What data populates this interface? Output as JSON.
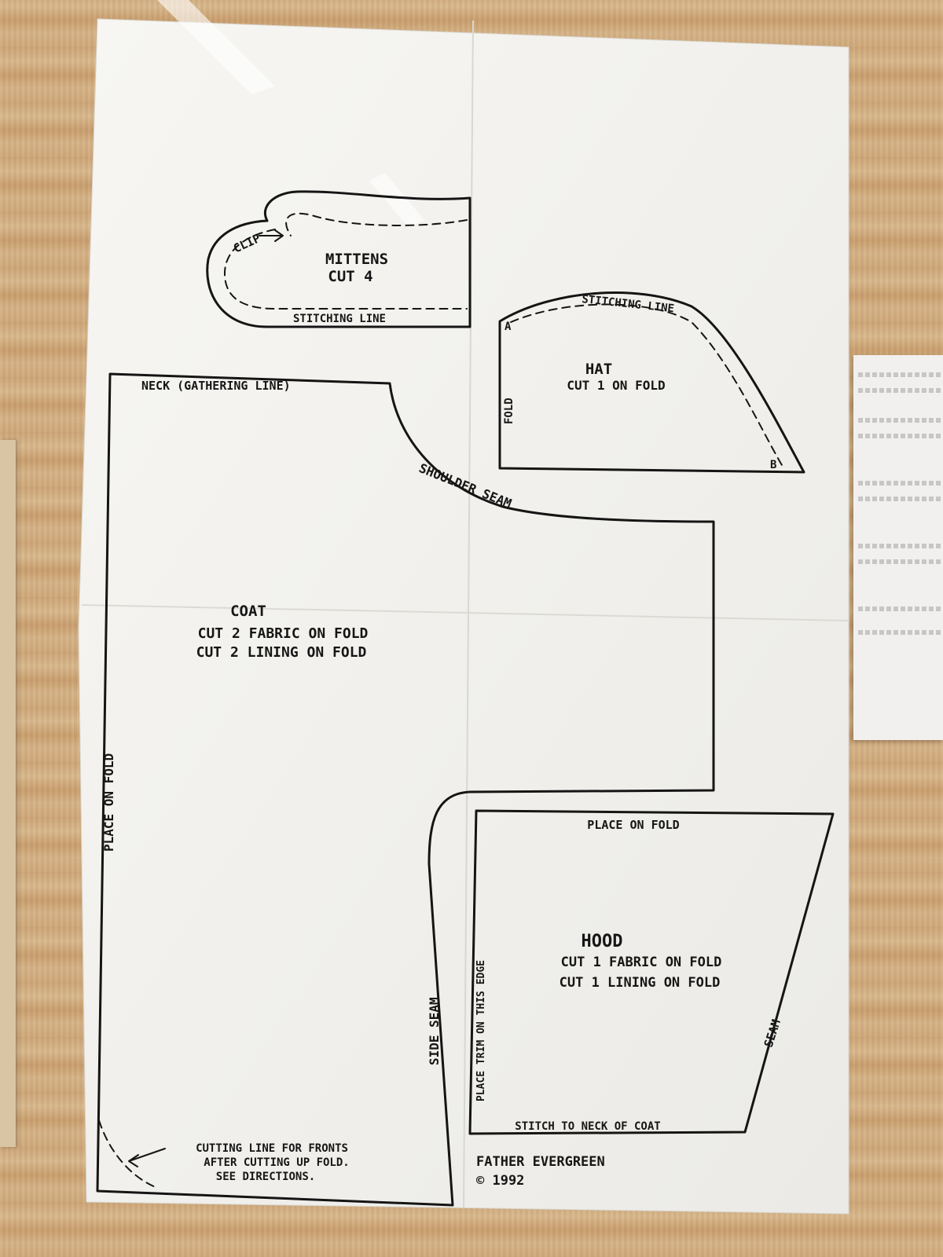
{
  "mittens": {
    "title": "MITTENS",
    "cut": "CUT 4",
    "clip": "CLIP",
    "stitching": "STITCHING LINE"
  },
  "hat": {
    "title": "HAT",
    "cut": "CUT 1 ON FOLD",
    "stitching": "STITCHING LINE",
    "fold": "FOLD",
    "point_a": "A",
    "point_b": "B"
  },
  "coat": {
    "neck": "NECK (GATHERING LINE)",
    "shoulder": "SHOULDER SEAM",
    "title": "COAT",
    "cut_fabric": "CUT 2 FABRIC ON FOLD",
    "cut_lining": "CUT 2 LINING ON FOLD",
    "place_on_fold": "PLACE ON FOLD",
    "side_seam": "SIDE SEAM",
    "cutting_line_1": "CUTTING LINE FOR FRONTS",
    "cutting_line_2": "AFTER CUTTING UP FOLD.",
    "cutting_line_3": "SEE DIRECTIONS."
  },
  "hood": {
    "place_on_fold": "PLACE ON FOLD",
    "title": "HOOD",
    "cut_fabric": "CUT 1 FABRIC ON FOLD",
    "cut_lining": "CUT 1 LINING ON FOLD",
    "trim_edge": "PLACE TRIM ON THIS EDGE",
    "seam": "SEAM",
    "stitch_neck": "STITCH TO NECK OF COAT"
  },
  "credit": {
    "name": "FATHER EVERGREEN",
    "copyright": "© 1992"
  }
}
